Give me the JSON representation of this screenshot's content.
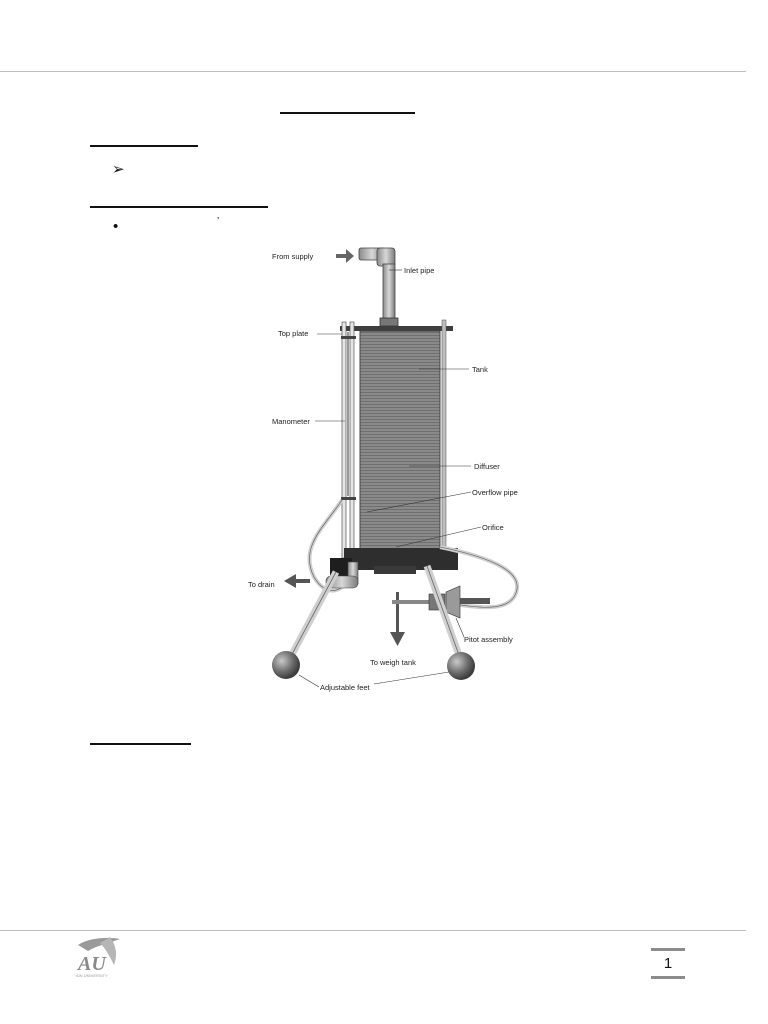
{
  "document": {
    "page_number": "1",
    "bullets": {
      "arrow": "➢",
      "dot": "•",
      "stray_mark": "’"
    }
  },
  "figure": {
    "labels": {
      "from_supply": "From supply",
      "inlet_pipe": "Inlet pipe",
      "top_plate": "Top plate",
      "tank": "Tank",
      "manometer": "Manometer",
      "diffuser": "Diffuser",
      "overflow_pipe": "Overflow pipe",
      "orifice": "Orifice",
      "to_drain": "To drain",
      "pitot_assembly": "Pitot assembly",
      "to_weigh_tank": "To weigh tank",
      "adjustable_feet": "Adjustable feet"
    }
  },
  "footer": {
    "logo_letters": "AU",
    "logo_caption": "AIN UNIVERSITY"
  }
}
